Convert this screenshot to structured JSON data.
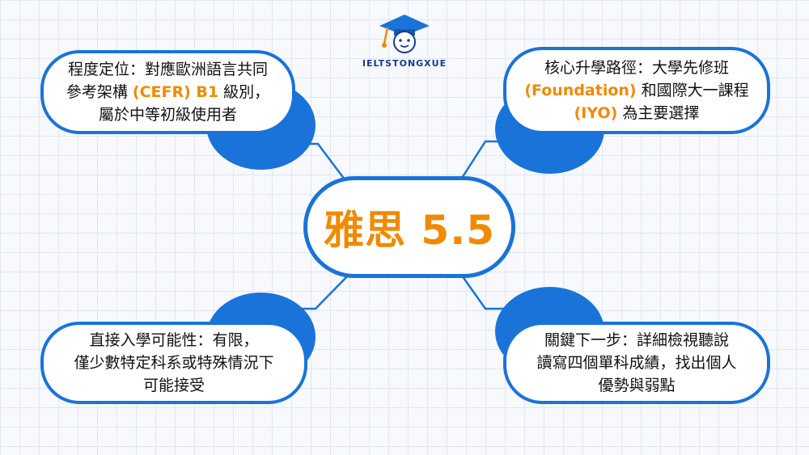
{
  "brand": {
    "name": "IELTSTONGXUE"
  },
  "center": {
    "title": "雅思 5.5"
  },
  "nodes": {
    "top_left": {
      "pre1": "程度定位：對應歐洲語言共同",
      "pre2": "參考架構 ",
      "hl": "(CEFR) B1",
      "post2": " 級別，",
      "line3": "屬於中等初級使用者"
    },
    "top_right": {
      "line1": "核心升學路徑：大學先修班",
      "hl1": "(Foundation)",
      "mid": " 和國際大一課程",
      "hl2": "(IYO)",
      "post": " 為主要選擇"
    },
    "bottom_left": {
      "line1": "直接入學可能性：有限，",
      "line2": "僅少數特定科系或特殊情況下",
      "line3": "可能接受"
    },
    "bottom_right": {
      "line1": "關鍵下一步：詳細檢視聽說",
      "line2": "讀寫四個單科成績，找出個人",
      "line3": "優勢與弱點"
    }
  },
  "colors": {
    "accent_blue": "#1a73d9",
    "highlight_orange": "#f08a00",
    "brand_navy": "#1b3a8c"
  }
}
